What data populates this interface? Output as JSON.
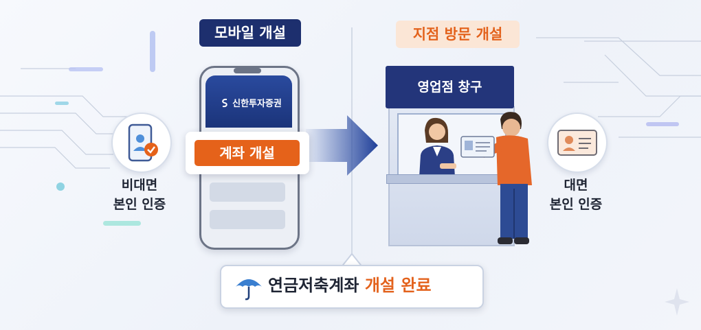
{
  "mobile_section": {
    "title": "모바일 개설",
    "brand_name": "신한투자증권",
    "open_button_label": "계좌 개설"
  },
  "branch_section": {
    "title": "지점 방문 개설",
    "counter_sign": "영업점 창구"
  },
  "left_auth": {
    "line1": "비대면",
    "line2": "본인 인증"
  },
  "right_auth": {
    "line1": "대면",
    "line2": "본인 인증"
  },
  "result": {
    "text_main": "연금저축계좌 ",
    "text_accent": "개설 완료"
  },
  "colors": {
    "navy": "#1d2f6e",
    "orange": "#e3621c",
    "accent_bg": "#fbe6d6"
  },
  "icons": [
    "phone-check-icon",
    "id-card-icon",
    "umbrella-icon",
    "flow-arrow-icon"
  ]
}
